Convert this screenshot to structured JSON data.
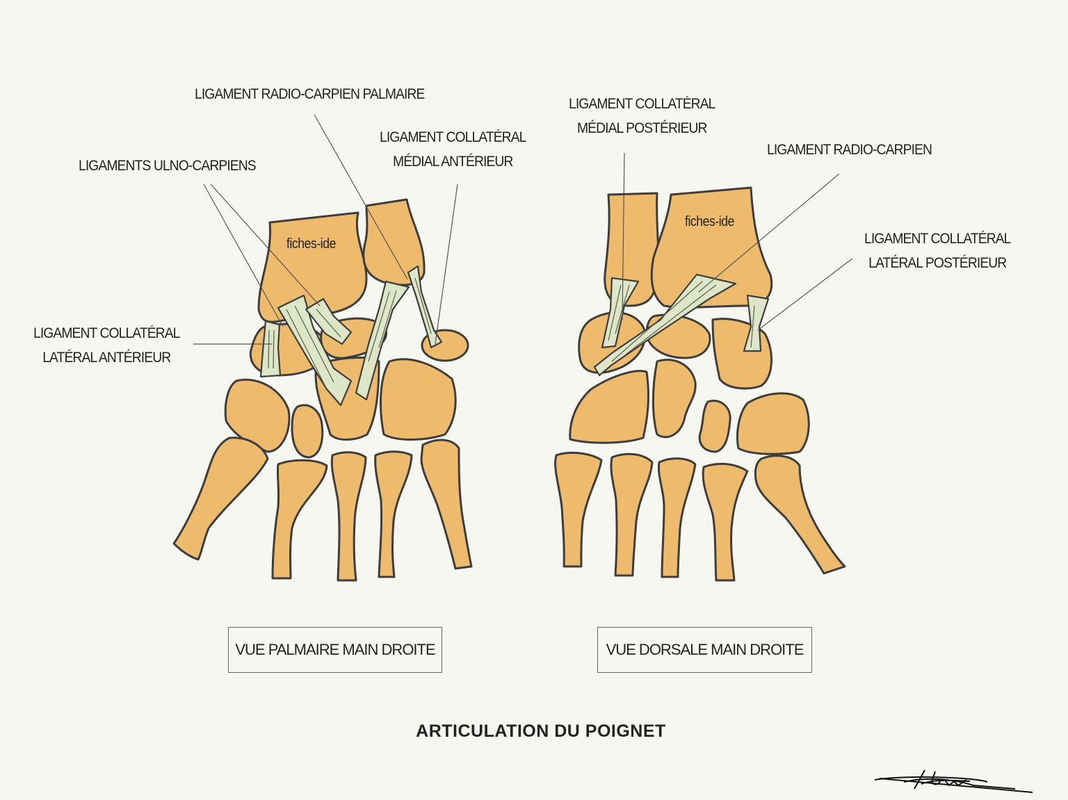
{
  "labels": {
    "radio_carpien_palmaire": "LIGAMENT RADIO-CARPIEN PALMAIRE",
    "ulno_carpiens": "LIGAMENTS ULNO-CARPIENS",
    "collat_medial_ant_1": "LIGAMENT COLLATÉRAL",
    "collat_medial_ant_2": "MÉDIAL ANTÉRIEUR",
    "collat_lateral_ant_1": "LIGAMENT COLLATÉRAL",
    "collat_lateral_ant_2": "LATÉRAL ANTÉRIEUR",
    "collat_medial_post_1": "LIGAMENT COLLATÉRAL",
    "collat_medial_post_2": "MÉDIAL POSTÉRIEUR",
    "radio_carpien": "LIGAMENT RADIO-CARPIEN",
    "collat_lateral_post_1": "LIGAMENT COLLATÉRAL",
    "collat_lateral_post_2": "LATÉRAL POSTÉRIEUR"
  },
  "watermark": "fiches-ide",
  "views": {
    "palmar": "VUE PALMAIRE MAIN DROITE",
    "dorsal": "VUE DORSALE MAIN DROITE"
  },
  "title": "ARTICULATION DU POIGNET",
  "signature": "Léonie",
  "colors": {
    "bone": "#edbb6b",
    "ligament": "#dde6c6",
    "outline": "#3d3d3d",
    "background": "#f7f7f2"
  }
}
